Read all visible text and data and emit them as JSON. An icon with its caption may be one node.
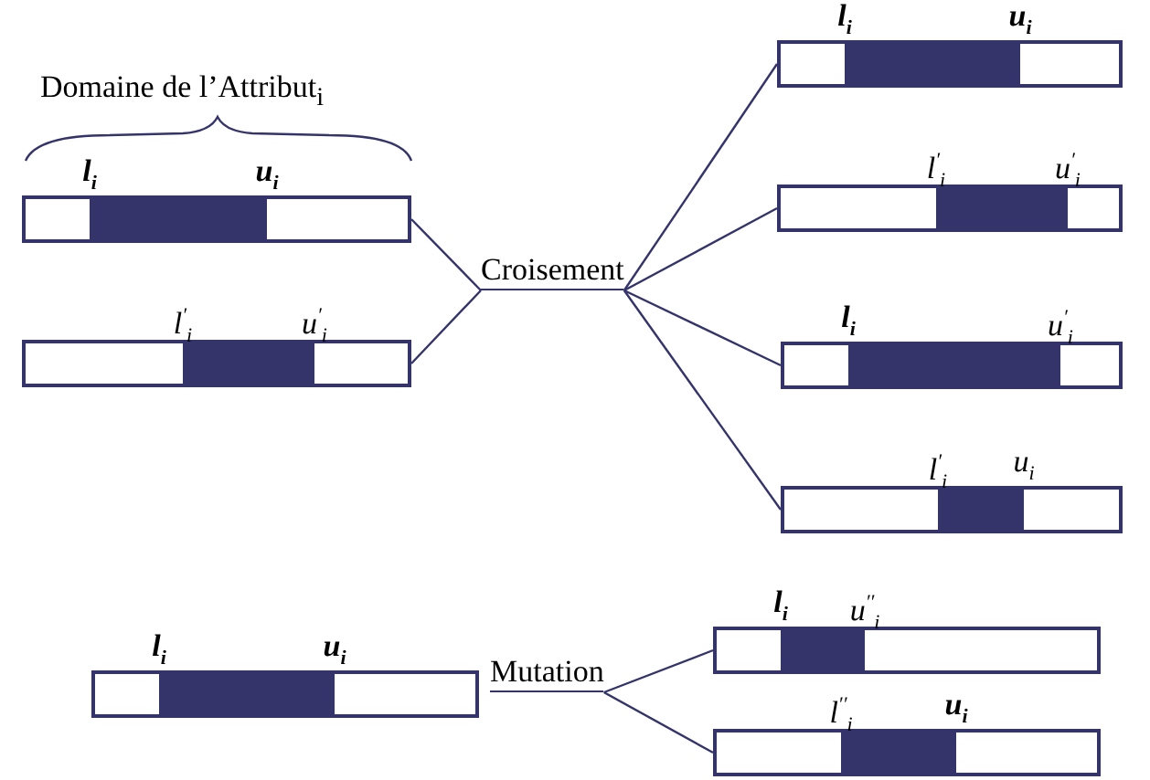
{
  "diagram": {
    "nodes": [
      {
        "text": [
          "**l$_{i}$**",
          "**u$_{i}$**"
        ]
      },
      {
        "text": [
          "l$^{′}$$_{i}$",
          "u$^{′}$$_{i}$"
        ]
      },
      {
        "text": [
          "Croisement"
        ]
      },
      {
        "text": [
          "**l$_{i}$**",
          "**u$_{i}$**"
        ]
      },
      {
        "text": [
          "l$^{′}$$_{i}$",
          "u$^{′}$$_{i}$"
        ]
      },
      {
        "text": [
          "**l$_{i}$**",
          "u$^{′}$$_{i}$"
        ]
      },
      {
        "text": [
          "l$^{′}$$_{i}$",
          "u$_{i}$"
        ]
      },
      {
        "text": [
          "**l$_{i}$**",
          "**u$_{i}$**"
        ]
      },
      {
        "text": [
          "Mutation"
        ]
      },
      {
        "text": [
          "**l$_{i}$**",
          "u$^{′′}$$_{i}$"
        ]
      },
      {
        "text": [
          "l$^{′′}$$_{i}$",
          "**u$_{i}$**"
        ]
      }
    ],
    "edges": [
      {
        "from": 0,
        "to": 2,
        "arrow": "none"
      },
      {
        "from": 1,
        "to": 2,
        "arrow": "none"
      },
      {
        "from": 2,
        "to": 3,
        "arrow": "none"
      },
      {
        "from": 2,
        "to": 4,
        "arrow": "none"
      },
      {
        "from": 2,
        "to": 5,
        "arrow": "none"
      },
      {
        "from": 2,
        "to": 6,
        "arrow": "none"
      },
      {
        "from": 8,
        "to": 9,
        "arrow": "none"
      },
      {
        "from": 8,
        "to": 10,
        "arrow": "none"
      }
    ],
    "labels": [
      "Domaine de l’Attribut$_{i}$"
    ]
  }
}
